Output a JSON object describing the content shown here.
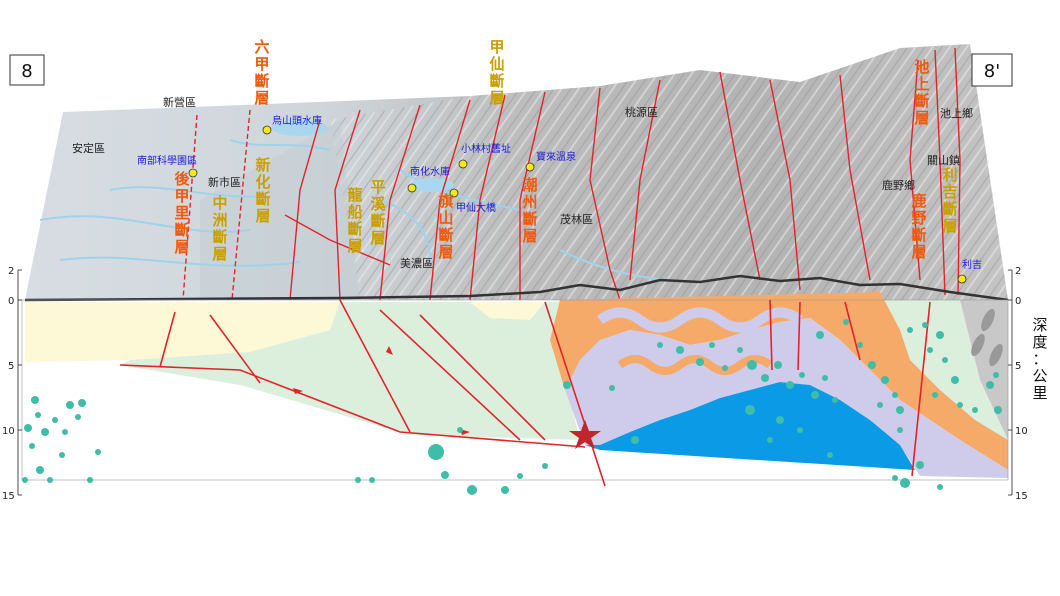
{
  "section": {
    "label_left": "8",
    "label_right": "8'",
    "depth_axis_title": "深度：公里",
    "depth_ticks": [
      "2",
      "0",
      "5",
      "10",
      "15"
    ]
  },
  "place_labels": {
    "xinying": "新營區",
    "anding": "安定區",
    "xinshi": "新市區",
    "taoyuan": "桃源區",
    "meinong": "美濃區",
    "maolin": "茂林區",
    "chishang": "池上鄉",
    "guanshan": "關山鎮",
    "luye": "鹿野鄉"
  },
  "sites": {
    "wushantou": "烏山頭水庫",
    "science_park": "南部科學園區",
    "nanhua": "南化水庫",
    "xiaolin": "小林村舊址",
    "jiaxian_bridge": "甲仙大橋",
    "baolai": "寶來溫泉",
    "liji": "利吉"
  },
  "faults": {
    "liujia": "六甲斷層",
    "jiaxian": "甲仙斷層",
    "chishang": "池上斷層",
    "houjiali": "後甲里斷層",
    "zhongzhou": "中洲斷層",
    "xinhua": "新化斷層",
    "longchuan": "龍船斷層",
    "pingxi": "平溪斷層",
    "qishan": "旗山斷層",
    "chaozhou": "潮州斷層",
    "luye": "鹿野斷層",
    "liji": "利吉斷層"
  },
  "colors": {
    "fault_orange": "#ee5a10",
    "fault_gold": "#c9a000",
    "fault_line": "#e0242a",
    "site_dot": "#f4e81a",
    "layer_cream": "#fdf8d6",
    "layer_green": "#dcefdc",
    "layer_orange": "#f6aa6a",
    "layer_lavender": "#cfcbea",
    "layer_blue": "#0b9be6",
    "layer_gray": "#c8c8c8",
    "quake": "#3fbda8",
    "star": "#c0262c"
  }
}
